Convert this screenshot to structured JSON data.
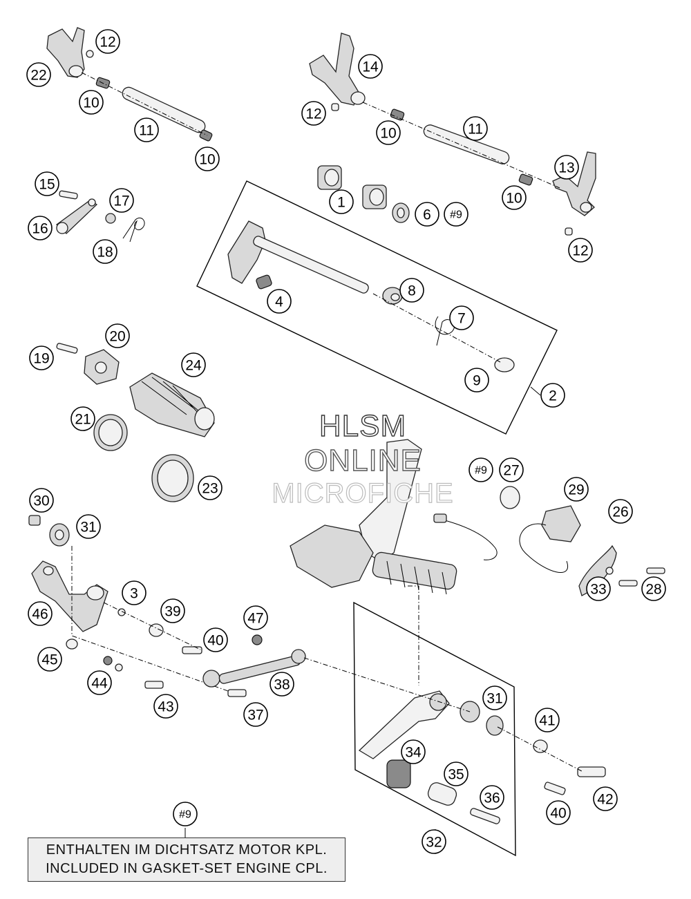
{
  "watermark": {
    "line1": "HLSM",
    "line2": "ONLINE",
    "line3": "MICROFICHE"
  },
  "note": {
    "ref": "#9",
    "line1": "ENTHALTEN IM DICHTSATZ MOTOR KPL.",
    "line2": "INCLUDED IN GASKET-SET ENGINE CPL."
  },
  "callouts": [
    {
      "id": "c22",
      "text": "22"
    },
    {
      "id": "c12a",
      "text": "12"
    },
    {
      "id": "c10a",
      "text": "10"
    },
    {
      "id": "c11a",
      "text": "11"
    },
    {
      "id": "c10b",
      "text": "10"
    },
    {
      "id": "c14",
      "text": "14"
    },
    {
      "id": "c12b",
      "text": "12"
    },
    {
      "id": "c10c",
      "text": "10"
    },
    {
      "id": "c11b",
      "text": "11"
    },
    {
      "id": "c13",
      "text": "13"
    },
    {
      "id": "c10d",
      "text": "10"
    },
    {
      "id": "c12c",
      "text": "12"
    },
    {
      "id": "c1",
      "text": "1"
    },
    {
      "id": "c6",
      "text": "6"
    },
    {
      "id": "c9ref",
      "text": "#9"
    },
    {
      "id": "c15",
      "text": "15"
    },
    {
      "id": "c17",
      "text": "17"
    },
    {
      "id": "c16",
      "text": "16"
    },
    {
      "id": "c18",
      "text": "18"
    },
    {
      "id": "c4",
      "text": "4"
    },
    {
      "id": "c8",
      "text": "8"
    },
    {
      "id": "c7",
      "text": "7"
    },
    {
      "id": "c9",
      "text": "9"
    },
    {
      "id": "c2",
      "text": "2"
    },
    {
      "id": "c20",
      "text": "20"
    },
    {
      "id": "c19",
      "text": "19"
    },
    {
      "id": "c24",
      "text": "24"
    },
    {
      "id": "c21",
      "text": "21"
    },
    {
      "id": "c23",
      "text": "23"
    },
    {
      "id": "c9ref2",
      "text": "#9"
    },
    {
      "id": "c27",
      "text": "27"
    },
    {
      "id": "c29",
      "text": "29"
    },
    {
      "id": "c26",
      "text": "26"
    },
    {
      "id": "c33",
      "text": "33"
    },
    {
      "id": "c28",
      "text": "28"
    },
    {
      "id": "c30",
      "text": "30"
    },
    {
      "id": "c31a",
      "text": "31"
    },
    {
      "id": "c3",
      "text": "3"
    },
    {
      "id": "c46",
      "text": "46"
    },
    {
      "id": "c39",
      "text": "39"
    },
    {
      "id": "c40a",
      "text": "40"
    },
    {
      "id": "c47",
      "text": "47"
    },
    {
      "id": "c45",
      "text": "45"
    },
    {
      "id": "c44",
      "text": "44"
    },
    {
      "id": "c43",
      "text": "43"
    },
    {
      "id": "c38",
      "text": "38"
    },
    {
      "id": "c37",
      "text": "37"
    },
    {
      "id": "c31b",
      "text": "31"
    },
    {
      "id": "c41",
      "text": "41"
    },
    {
      "id": "c34",
      "text": "34"
    },
    {
      "id": "c35",
      "text": "35"
    },
    {
      "id": "c42",
      "text": "42"
    },
    {
      "id": "c36",
      "text": "36"
    },
    {
      "id": "c40b",
      "text": "40"
    },
    {
      "id": "c32",
      "text": "32"
    },
    {
      "id": "c9note",
      "text": "#9"
    }
  ]
}
